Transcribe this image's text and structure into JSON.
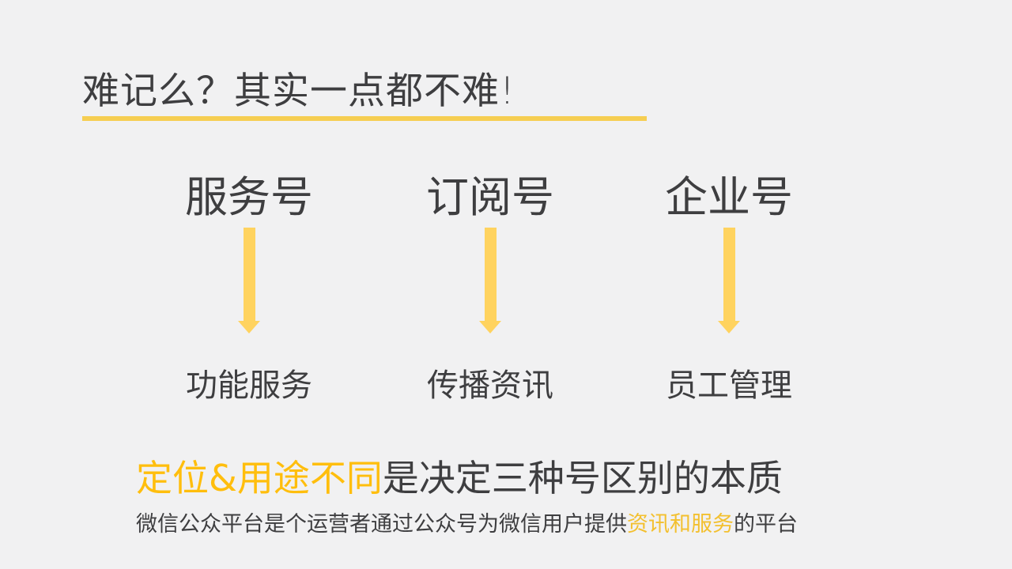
{
  "slide": {
    "colors": {
      "background": "#F1F1F2",
      "text_dark": "#3E3E40",
      "underline_yellow": "#F6CE52",
      "arrow_yellow": "#FFD35F",
      "highlight_yellow": "#FFBE0D",
      "footnote_yellow": "#F3C02F"
    },
    "title": "难记么？其实一点都不难!",
    "columns": [
      {
        "header": "服务号",
        "label": "功能服务"
      },
      {
        "header": "订阅号",
        "label": "传播资讯"
      },
      {
        "header": "企业号",
        "label": "员工管理"
      }
    ],
    "summary": {
      "highlight": "定位&用途不同",
      "rest": "是决定三种号区别的本质"
    },
    "footnote": {
      "prefix": "微信公众平台是个运营者通过公众号为微信用户提供",
      "highlight": "资讯和服务",
      "suffix": "的平台"
    }
  }
}
